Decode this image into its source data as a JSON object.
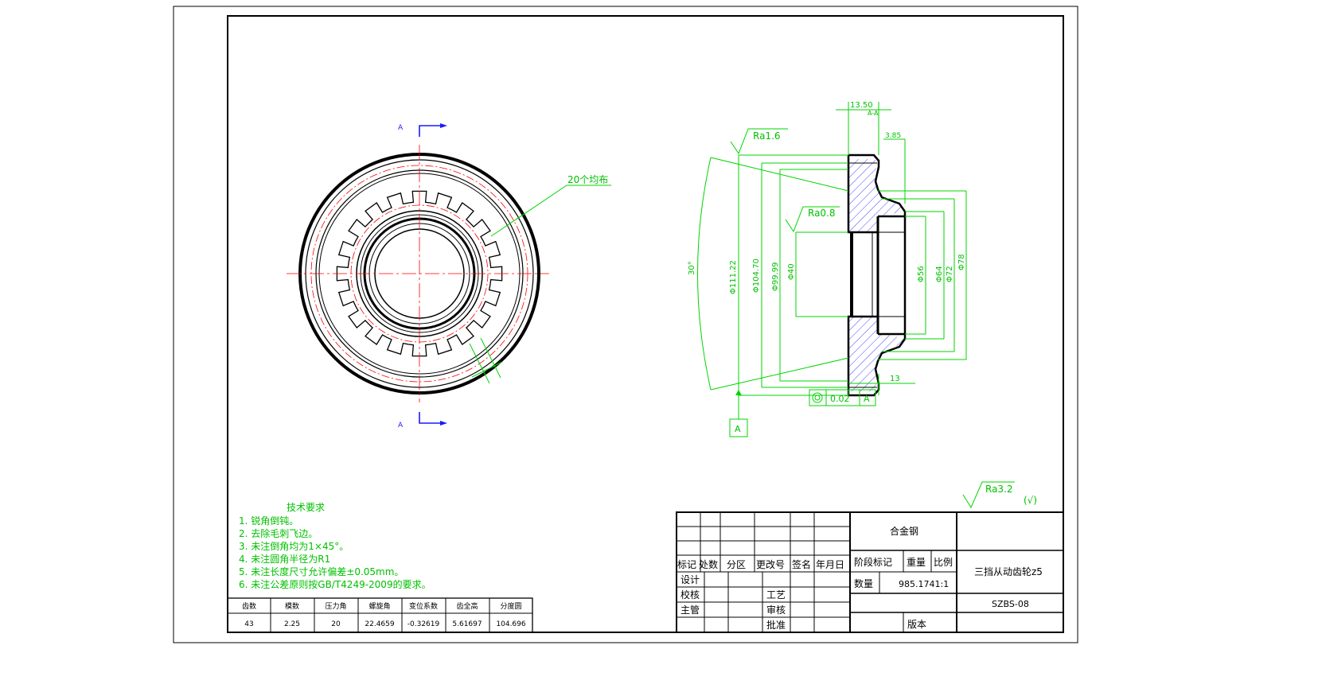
{
  "section_marks": {
    "top": "A",
    "bottom": "A"
  },
  "front_view": {
    "callout": "20个均布",
    "teeth": 20
  },
  "side_view": {
    "datum": "A",
    "dims_top": [
      "13.50",
      "A-A",
      "3.85"
    ],
    "roughness": [
      "Ra1.6",
      "Ra0.8"
    ],
    "angle": "30°",
    "diameters_left": [
      "Φ111.22",
      "Φ104.70",
      "Φ99.99",
      "Φ40"
    ],
    "diameters_right": [
      "Φ56",
      "Φ64",
      "Φ72",
      "Φ78"
    ],
    "bottom_dim": "13",
    "tolerance": {
      "value": "0.02",
      "datum": "A"
    }
  },
  "general_roughness": {
    "value": "Ra3.2",
    "note": "(√)"
  },
  "tech_requirements": {
    "title": "技术要求",
    "items": [
      "1.  锐角倒钝。",
      "2.  去除毛刺飞边。",
      "3.  未注倒角均为1×45°。",
      "4.  未注圆角半径为R1",
      "5.  未注长度尺寸允许偏差±0.05mm。",
      "6.  未注公差原则按GB/T4249-2009的要求。"
    ]
  },
  "gear_table": {
    "headers": [
      "齿数",
      "模数",
      "压力角",
      "螺旋角",
      "变位系数",
      "齿全高",
      "分度圆"
    ],
    "values": [
      "43",
      "2.25",
      "20",
      "22.4659",
      "-0.32619",
      "5.61697",
      "104.696"
    ]
  },
  "title_block": {
    "material": "合金钢",
    "rev_header": [
      "标记",
      "处数",
      "分区",
      "更改号",
      "签名",
      "年月日"
    ],
    "stage_mark": "阶段标记",
    "weight": "重量",
    "scale": "比例",
    "quantity": "数量",
    "weight_scale_value": "985.1741:1",
    "part_name": "三挡从动齿轮z5",
    "drawing_no": "SZBS-08",
    "version": "版本",
    "roles": {
      "design": "设计",
      "check": "校核",
      "supervisor": "主管",
      "process": "工艺",
      "review": "审核",
      "approve": "批准"
    }
  }
}
